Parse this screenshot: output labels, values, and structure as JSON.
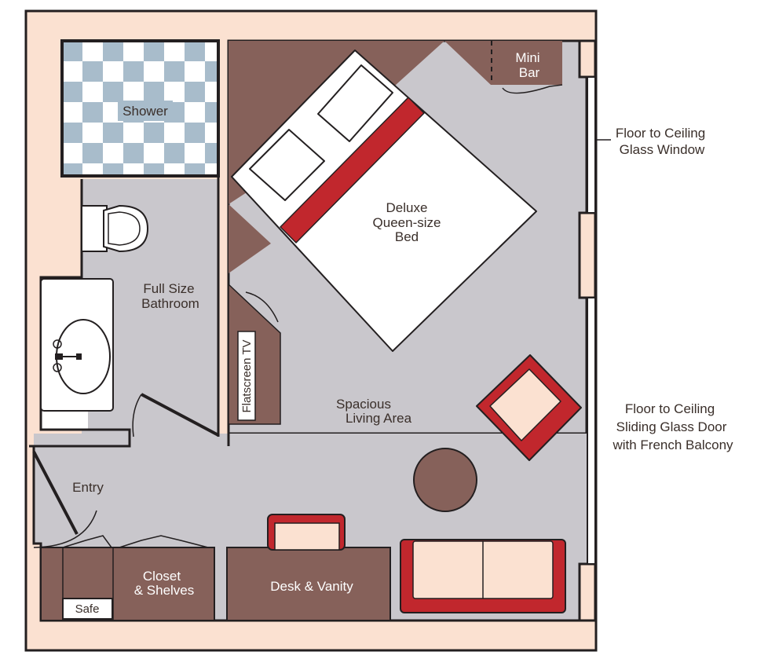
{
  "colors": {
    "outer_wall": "#fbe1d1",
    "wall_line": "#231f20",
    "floor": "#c9c7cc",
    "furniture": "#86615a",
    "bedding": "#ffffff",
    "accent_red": "#c1272d",
    "cushion": "#fbe1d1",
    "tile_blue": "#a8bccb",
    "text_dark": "#3a2f2a",
    "text_light": "#ffffff"
  },
  "labels": {
    "shower": "Shower",
    "bathroom_line1": "Full Size",
    "bathroom_line2": "Bathroom",
    "mini_bar_line1": "Mini",
    "mini_bar_line2": "Bar",
    "bed_line1": "Deluxe",
    "bed_line2": "Queen-size",
    "bed_line3": "Bed",
    "tv": "Flatscreen TV",
    "living_line1": "Spacious",
    "living_line2": "Living Area",
    "entry": "Entry",
    "closet_line1": "Closet",
    "closet_line2": "& Shelves",
    "safe": "Safe",
    "desk": "Desk & Vanity",
    "window_line1": "Floor to Ceiling",
    "window_line2": "Glass Window",
    "door_line1": "Floor to Ceiling",
    "door_line2": "Sliding Glass Door",
    "door_line3": "with French Balcony"
  }
}
